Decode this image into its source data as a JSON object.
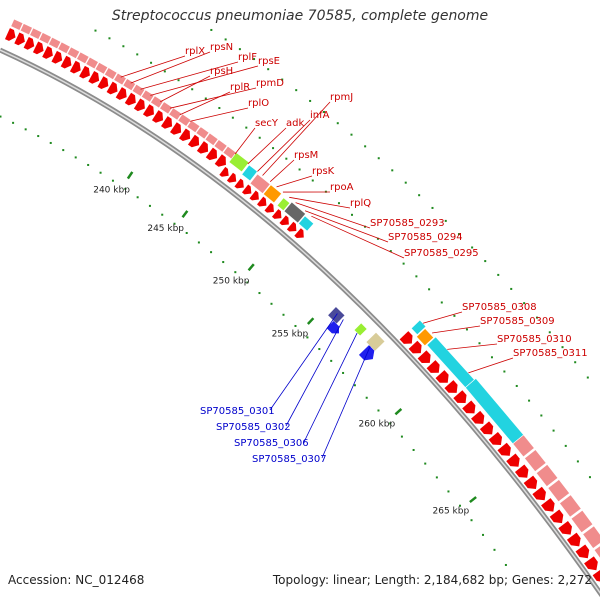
{
  "title": "Streptococcus pneumoniae 70585, complete genome",
  "footer": {
    "accession": "Accession: NC_012468",
    "topology": "Topology: linear; Length: 2,184,682 bp; Genes: 2,272"
  },
  "axis_ticks": [
    "240 kbp",
    "245 kbp",
    "250 kbp",
    "255 kbp",
    "260 kbp",
    "265 kbp"
  ],
  "colors": {
    "label_red": "#cc0000",
    "label_blue": "#0000cc",
    "tick_green": "#1f8a1f",
    "backbone": "#8c8c8c",
    "gene_red": "#ee0000",
    "gene_pink": "#f08c8c",
    "gene_green": "#99ee33",
    "gene_cyan": "#22d3e0",
    "gene_orange": "#ff9900",
    "gene_gray": "#666666",
    "gene_tan": "#d8cc99",
    "gene_blue": "#1f1fee",
    "gene_navy": "#4a4a9a"
  },
  "gene_labels_red": [
    "rplX",
    "rpsN",
    "rplF",
    "rpsE",
    "rpsH",
    "rpmD",
    "rplR",
    "rplO",
    "secY",
    "adk",
    "infA",
    "rpmJ",
    "rpsM",
    "rpsK",
    "rpoA",
    "rplQ",
    "SP70585_0293",
    "SP70585_0294",
    "SP70585_0295",
    "SP70585_0308",
    "SP70585_0309",
    "SP70585_0310",
    "SP70585_0311"
  ],
  "gene_labels_blue": [
    "SP70585_0301",
    "SP70585_0302",
    "SP70585_0306",
    "SP70585_0307"
  ]
}
